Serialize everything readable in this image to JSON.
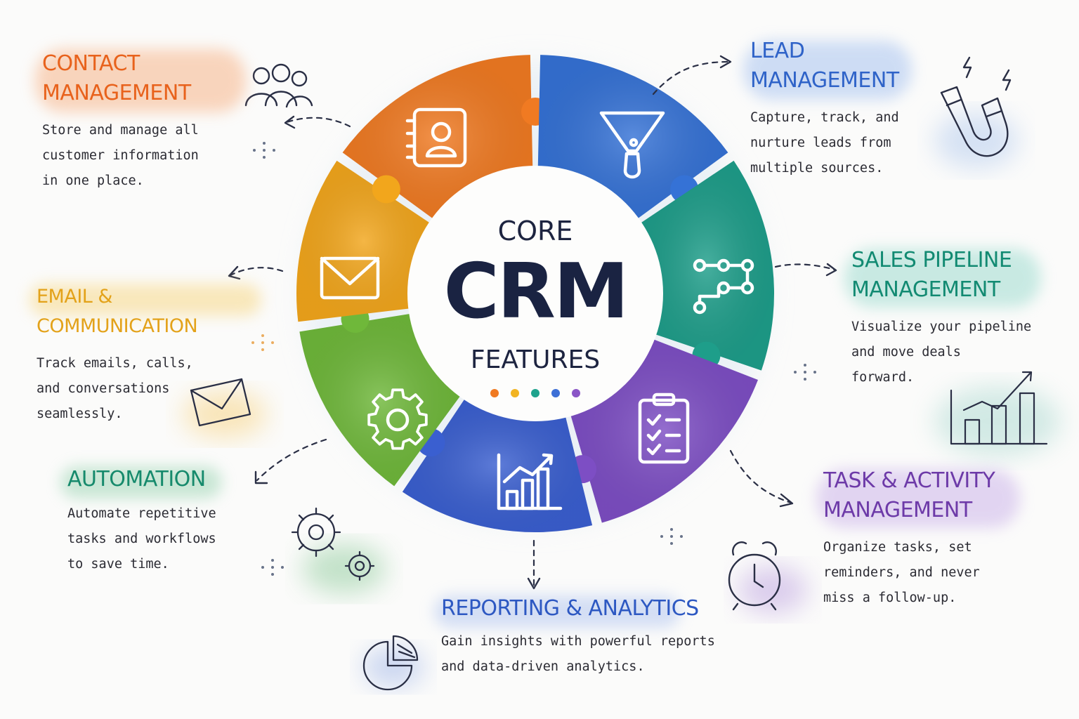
{
  "center": {
    "line1": "CORE",
    "line2": "CRM",
    "line3": "FEATURES",
    "dot_colors": [
      "#f07a22",
      "#f2b422",
      "#1fa38d",
      "#3d6fd6",
      "#8a55c6"
    ]
  },
  "features": [
    {
      "title_lines": [
        "CONTACT",
        "MANAGEMENT"
      ],
      "desc_lines": [
        "Store and manage all",
        "customer information",
        "in one place."
      ],
      "color": "#e8621c",
      "icon": "address-book-icon"
    },
    {
      "title_lines": [
        "LEAD",
        "MANAGEMENT"
      ],
      "desc_lines": [
        "Capture, track, and",
        "nurture leads from",
        "multiple sources."
      ],
      "color": "#2f63c8",
      "icon": "funnel-icon"
    },
    {
      "title_lines": [
        "SALES PIPELINE",
        "MANAGEMENT"
      ],
      "desc_lines": [
        "Visualize your pipeline",
        "and move deals",
        "forward."
      ],
      "color": "#128a72",
      "icon": "pipeline-icon"
    },
    {
      "title_lines": [
        "TASK & ACTIVITY",
        "MANAGEMENT"
      ],
      "desc_lines": [
        "Organize tasks, set",
        "reminders, and never",
        "miss a follow-up."
      ],
      "color": "#6d3aa8",
      "icon": "checklist-icon"
    },
    {
      "title_lines": [
        "REPORTING & ANALYTICS"
      ],
      "desc_lines": [
        "Gain insights with powerful reports",
        "and data-driven analytics."
      ],
      "color": "#2d58c2",
      "icon": "bar-chart-icon"
    },
    {
      "title_lines": [
        "AUTOMATION"
      ],
      "desc_lines": [
        "Automate repetitive",
        "tasks and workflows",
        "to save time."
      ],
      "color": "#168a6c",
      "icon": "gear-icon"
    },
    {
      "title_lines": [
        "EMAIL & COMMUNICATION"
      ],
      "desc_lines": [
        "Track emails, calls,",
        "and conversations",
        "seamlessly."
      ],
      "color": "#e3a21a",
      "icon": "envelope-icon"
    }
  ],
  "segment_colors": [
    "#f07a22",
    "#3572d6",
    "#1e9e8a",
    "#7d4ec4",
    "#3a5fd0",
    "#6fb83a",
    "#f2a61c"
  ]
}
